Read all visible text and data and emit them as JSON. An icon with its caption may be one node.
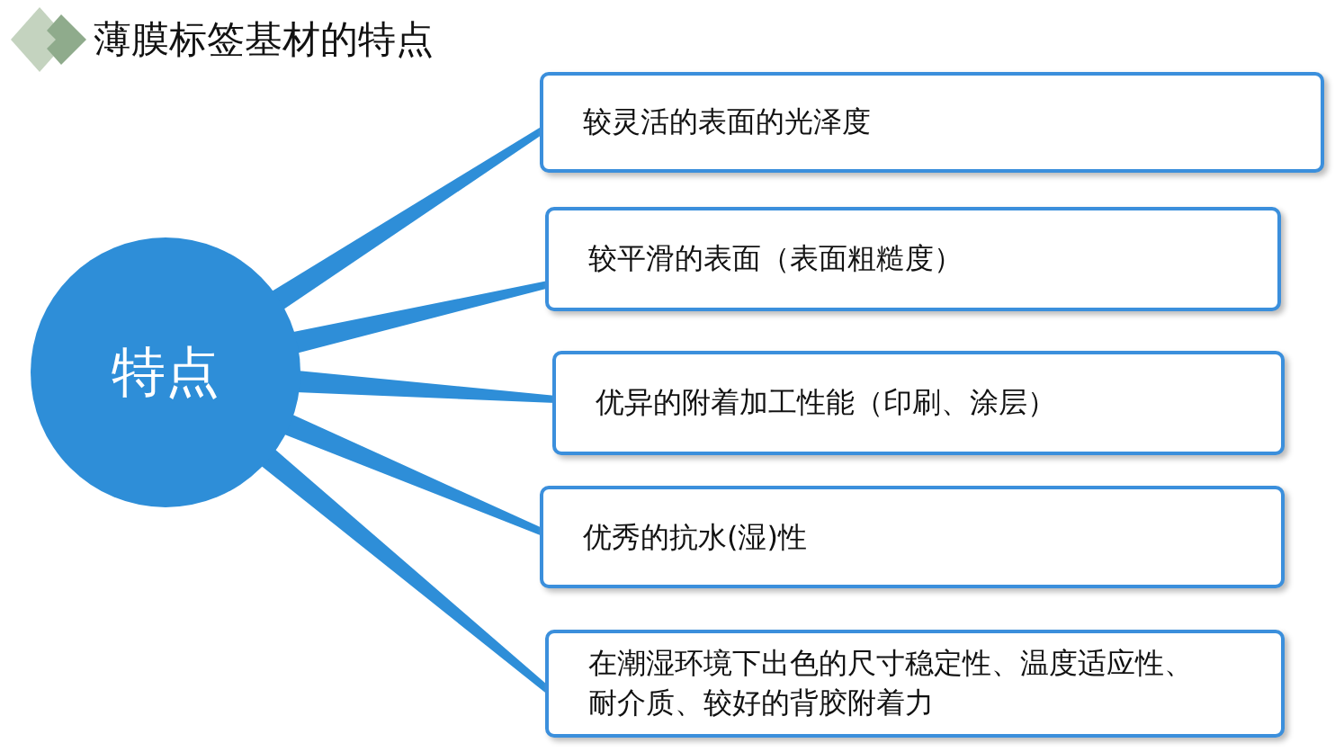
{
  "diagram": {
    "title": "薄膜标签基材的特点",
    "nodes": [
      {
        "text": [
          "特点"
        ]
      },
      {
        "text": [
          "较灵活的表面的光泽度"
        ]
      },
      {
        "text": [
          "较平滑的表面（表面粗糙度）"
        ]
      },
      {
        "text": [
          "优异的附着加工性能（印刷、涂层）"
        ]
      },
      {
        "text": [
          "优秀的抗水(湿)性"
        ]
      },
      {
        "text": [
          "在潮湿环境下出色的尺寸稳定性、温度适应性、耐介质、较好的背胶附着力"
        ]
      }
    ],
    "edges": [
      {
        "from": 0,
        "to": 1,
        "arrow": "none"
      },
      {
        "from": 0,
        "to": 2,
        "arrow": "none"
      },
      {
        "from": 0,
        "to": 3,
        "arrow": "none"
      },
      {
        "from": 0,
        "to": 4,
        "arrow": "none"
      },
      {
        "from": 0,
        "to": 5,
        "arrow": "none"
      }
    ]
  }
}
